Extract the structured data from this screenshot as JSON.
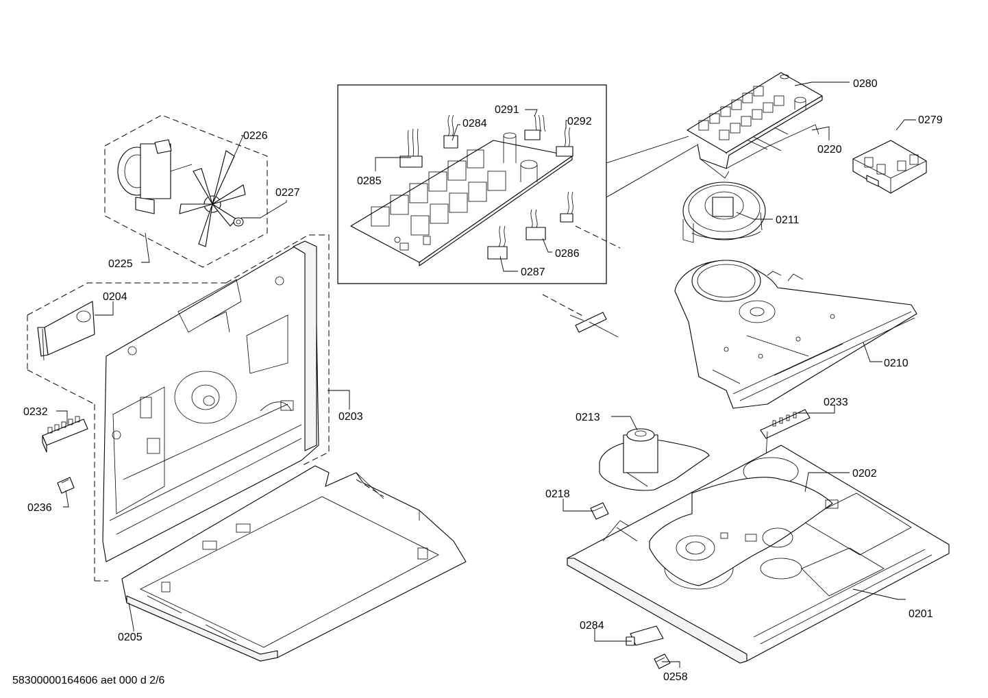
{
  "footer": {
    "doc_id": "58300000164606 aet 000 d 2/6"
  },
  "labels": {
    "p0280": "0280",
    "p0279": "0279",
    "p0220": "0220",
    "p0291": "0291",
    "p0284_top": "0284",
    "p0292": "0292",
    "p0285": "0285",
    "p0286": "0286",
    "p0287": "0287",
    "p0211": "0211",
    "p0210": "0210",
    "p0226": "0226",
    "p0227": "0227",
    "p0225": "0225",
    "p0204": "0204",
    "p0203": "0203",
    "p0232": "0232",
    "p0236": "0236",
    "p0205": "0205",
    "p0213": "0213",
    "p0233": "0233",
    "p0202": "0202",
    "p0218": "0218",
    "p0201": "0201",
    "p0284_bottom": "0284",
    "p0258": "0258"
  }
}
